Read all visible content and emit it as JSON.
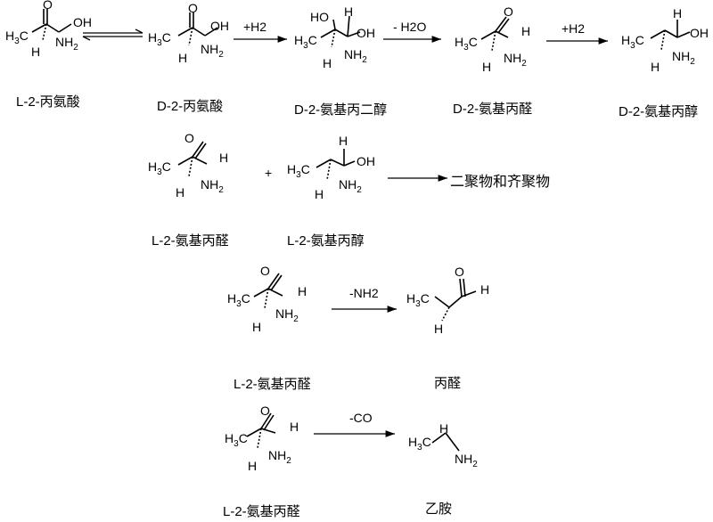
{
  "row1": {
    "labels": {
      "l_alanine": "L-2-丙氨酸",
      "d_alanine": "D-2-丙氨酸",
      "d_diol": "D-2-氨基丙二醇",
      "d_aldehyde": "D-2-氨基丙醛",
      "d_alcohol": "D-2-氨基丙醇"
    },
    "arrows": {
      "a1": "+H2",
      "a2": "- H2O",
      "a3": "+H2"
    }
  },
  "row2": {
    "labels": {
      "l_aldehyde": "L-2-氨基丙醛",
      "l_alcohol": "L-2-氨基丙醇"
    },
    "plus": "+",
    "product": "二聚物和齐聚物"
  },
  "row3": {
    "labels": {
      "reactant": "L-2-氨基丙醛",
      "product": "丙醛"
    },
    "arrow": "-NH2"
  },
  "row4": {
    "labels": {
      "reactant": "L-2-氨基丙醛",
      "product": "乙胺"
    },
    "arrow": "-CO"
  }
}
